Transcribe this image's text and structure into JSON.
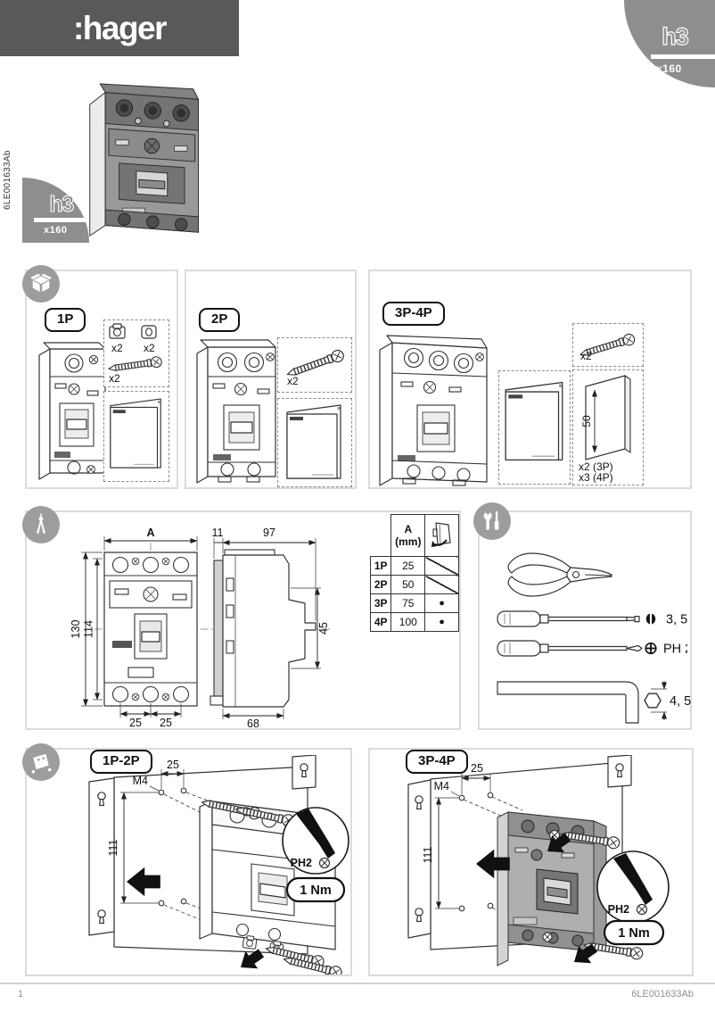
{
  "header": {
    "brand": ":hager"
  },
  "badge": {
    "logo": "h3",
    "series": "x160"
  },
  "refs": {
    "doc_side": "6LE001633Ab",
    "page_number": "1",
    "doc_footer": "6LE001633Ab"
  },
  "colors": {
    "header_bg": "#58595b",
    "badge_bg": "#8d8e90",
    "icon_circle_bg": "#9c9d9f"
  },
  "packaging": {
    "sections": [
      {
        "label": "1P",
        "clip1_qty": "x2",
        "clip2_qty": "x2",
        "screw_qty": "x2"
      },
      {
        "label": "2P",
        "screw_qty": "x2"
      },
      {
        "label": "3P-4P",
        "screw_qty": "x2",
        "separator_height": "50",
        "separator_qty_3p": "x2 (3P)",
        "separator_qty_4p": "x3 (4P)"
      }
    ]
  },
  "dimensions": {
    "front": {
      "width_label": "A",
      "height_outer": "130",
      "height_inner": "114",
      "pitch_left": "25",
      "pitch_right": "25"
    },
    "side": {
      "front_depth": "11",
      "total_depth": "97",
      "handle_height": "45",
      "base_depth": "68"
    },
    "table": {
      "header_a": "A",
      "header_unit": "(mm)",
      "rows": [
        {
          "pole": "1P",
          "a_mm": "25",
          "mark": "slash"
        },
        {
          "pole": "2P",
          "a_mm": "50",
          "mark": "slash"
        },
        {
          "pole": "3P",
          "a_mm": "75",
          "mark": "dot"
        },
        {
          "pole": "4P",
          "a_mm": "100",
          "mark": "dot"
        }
      ]
    }
  },
  "tools": {
    "slotted_size": "3, 5",
    "phillips_size": "PH 2",
    "hex_size": "4, 5"
  },
  "mounting": {
    "left": {
      "label": "1P-2P",
      "hole_pitch": "25",
      "screw_type": "M4",
      "hole_spacing": "111",
      "bit": "PH2",
      "torque": "1 Nm"
    },
    "right": {
      "label": "3P-4P",
      "hole_pitch": "25",
      "screw_type": "M4",
      "hole_spacing": "111",
      "bit": "PH2",
      "torque": "1 Nm"
    }
  }
}
